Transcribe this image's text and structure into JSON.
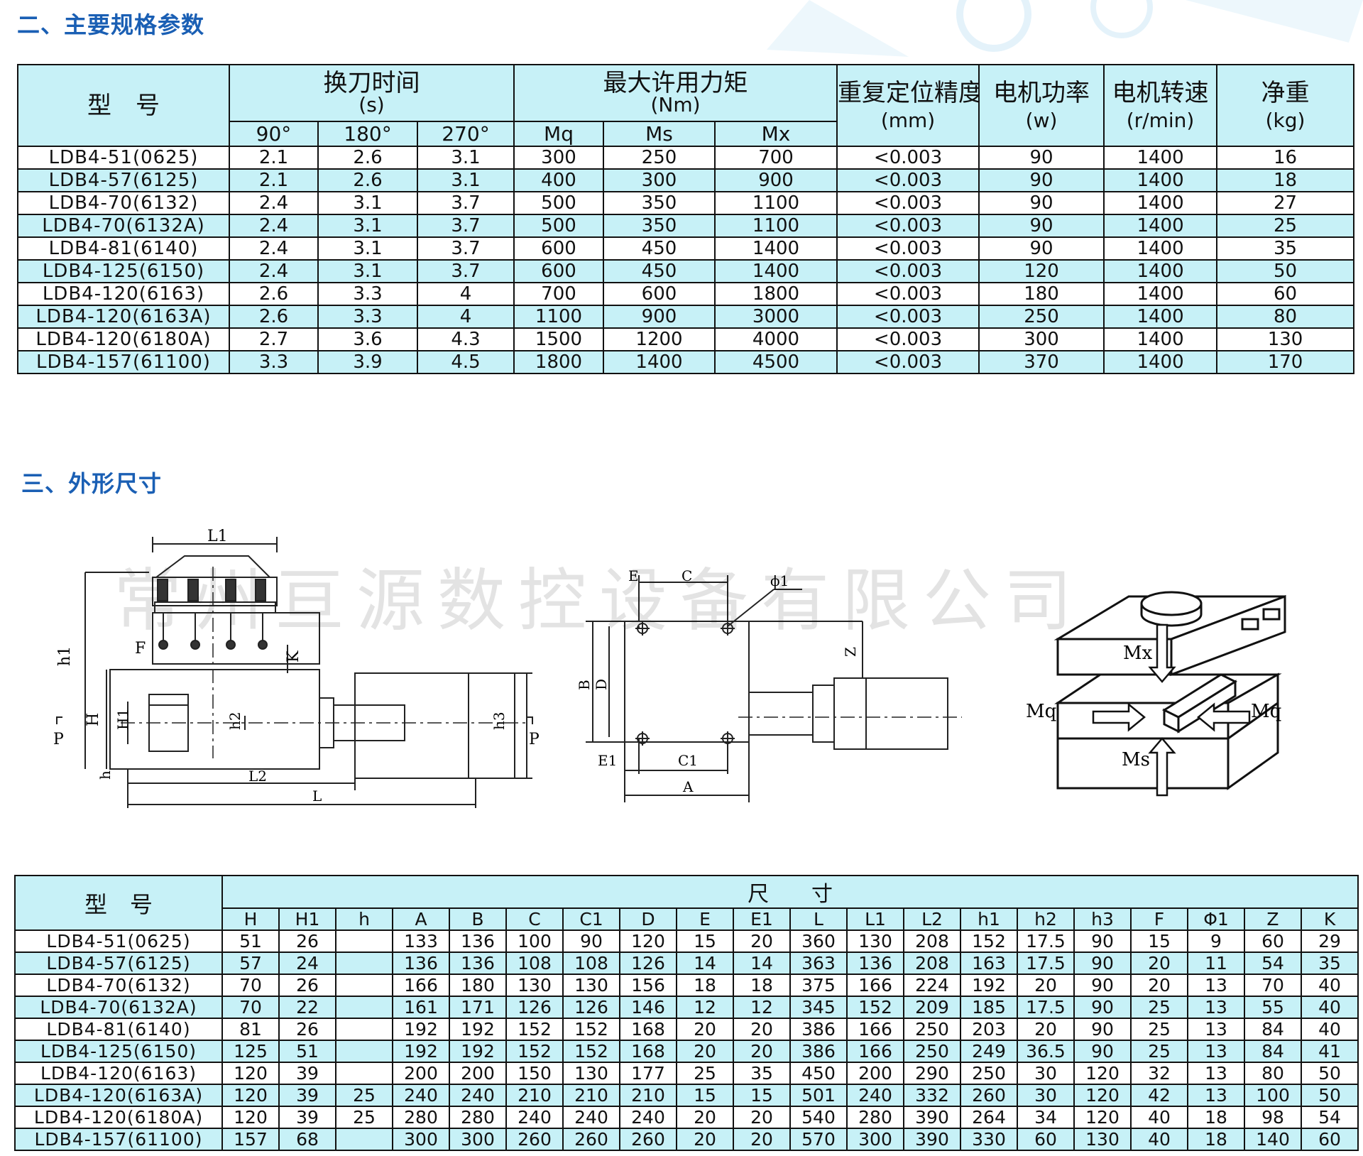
{
  "section2_title": "二、主要规格参数",
  "section3_title": "三、外形尺寸",
  "watermark": "常州亘源数控设备有限公司",
  "table1": {
    "model_header": "型　号",
    "change_time": {
      "label": "换刀时间",
      "unit": "(s)",
      "cols": [
        "90°",
        "180°",
        "270°"
      ]
    },
    "torque": {
      "label": "最大许用力矩",
      "unit": "(Nm)",
      "cols": [
        "Mq",
        "Ms",
        "Mx"
      ]
    },
    "precision": {
      "label": "重复定位精度",
      "unit": "(mm)"
    },
    "power": {
      "label": "电机功率",
      "unit": "(w)"
    },
    "speed": {
      "label": "电机转速",
      "unit": "(r/min)"
    },
    "weight": {
      "label": "净重",
      "unit": "(kg)"
    },
    "rows": [
      [
        "LDB4-51(0625)",
        "2.1",
        "2.6",
        "3.1",
        "300",
        "250",
        "700",
        "<0.003",
        "90",
        "1400",
        "16"
      ],
      [
        "LDB4-57(6125)",
        "2.1",
        "2.6",
        "3.1",
        "400",
        "300",
        "900",
        "<0.003",
        "90",
        "1400",
        "18"
      ],
      [
        "LDB4-70(6132)",
        "2.4",
        "3.1",
        "3.7",
        "500",
        "350",
        "1100",
        "<0.003",
        "90",
        "1400",
        "27"
      ],
      [
        "LDB4-70(6132A)",
        "2.4",
        "3.1",
        "3.7",
        "500",
        "350",
        "1100",
        "<0.003",
        "90",
        "1400",
        "25"
      ],
      [
        "LDB4-81(6140)",
        "2.4",
        "3.1",
        "3.7",
        "600",
        "450",
        "1400",
        "<0.003",
        "90",
        "1400",
        "35"
      ],
      [
        "LDB4-125(6150)",
        "2.4",
        "3.1",
        "3.7",
        "600",
        "450",
        "1400",
        "<0.003",
        "120",
        "1400",
        "50"
      ],
      [
        "LDB4-120(6163)",
        "2.6",
        "3.3",
        "4",
        "700",
        "600",
        "1800",
        "<0.003",
        "180",
        "1400",
        "60"
      ],
      [
        "LDB4-120(6163A)",
        "2.6",
        "3.3",
        "4",
        "1100",
        "900",
        "3000",
        "<0.003",
        "250",
        "1400",
        "80"
      ],
      [
        "LDB4-120(6180A)",
        "2.7",
        "3.6",
        "4.3",
        "1500",
        "1200",
        "4000",
        "<0.003",
        "300",
        "1400",
        "130"
      ],
      [
        "LDB4-157(61100)",
        "3.3",
        "3.9",
        "4.5",
        "1800",
        "1400",
        "4500",
        "<0.003",
        "370",
        "1400",
        "170"
      ]
    ]
  },
  "diagram1": {
    "L1": "L1",
    "h1": "h1",
    "F": "F",
    "K": "K",
    "H": "H",
    "H1": "H1",
    "h2": "h2",
    "h3": "h3",
    "h": "h",
    "L2": "L2",
    "L": "L",
    "P": "P"
  },
  "diagram2": {
    "E": "E",
    "C": "C",
    "phi1": "ϕ1",
    "Z": "Z",
    "B": "B",
    "D": "D",
    "E1": "E1",
    "C1": "C1",
    "A": "A"
  },
  "diagram3": {
    "Mx": "Mx",
    "Mq": "Mq",
    "Ms": "Ms"
  },
  "table2": {
    "model_header": "型　号",
    "dims_header": "尺　　寸",
    "cols": [
      "H",
      "H1",
      "h",
      "A",
      "B",
      "C",
      "C1",
      "D",
      "E",
      "E1",
      "L",
      "L1",
      "L2",
      "h1",
      "h2",
      "h3",
      "F",
      "Φ1",
      "Z",
      "K"
    ],
    "rows": [
      [
        "LDB4-51(0625)",
        "51",
        "26",
        "",
        "133",
        "136",
        "100",
        "90",
        "120",
        "15",
        "20",
        "360",
        "130",
        "208",
        "152",
        "17.5",
        "90",
        "15",
        "9",
        "60",
        "29"
      ],
      [
        "LDB4-57(6125)",
        "57",
        "24",
        "",
        "136",
        "136",
        "108",
        "108",
        "126",
        "14",
        "14",
        "363",
        "136",
        "208",
        "163",
        "17.5",
        "90",
        "20",
        "11",
        "54",
        "35"
      ],
      [
        "LDB4-70(6132)",
        "70",
        "26",
        "",
        "166",
        "180",
        "130",
        "130",
        "156",
        "18",
        "18",
        "375",
        "166",
        "224",
        "192",
        "20",
        "90",
        "20",
        "13",
        "70",
        "40"
      ],
      [
        "LDB4-70(6132A)",
        "70",
        "22",
        "",
        "161",
        "171",
        "126",
        "126",
        "146",
        "12",
        "12",
        "345",
        "152",
        "209",
        "185",
        "17.5",
        "90",
        "25",
        "13",
        "55",
        "40"
      ],
      [
        "LDB4-81(6140)",
        "81",
        "26",
        "",
        "192",
        "192",
        "152",
        "152",
        "168",
        "20",
        "20",
        "386",
        "166",
        "250",
        "203",
        "20",
        "90",
        "25",
        "13",
        "84",
        "40"
      ],
      [
        "LDB4-125(6150)",
        "125",
        "51",
        "",
        "192",
        "192",
        "152",
        "152",
        "168",
        "20",
        "20",
        "386",
        "166",
        "250",
        "249",
        "36.5",
        "90",
        "25",
        "13",
        "84",
        "41"
      ],
      [
        "LDB4-120(6163)",
        "120",
        "39",
        "",
        "200",
        "200",
        "150",
        "130",
        "177",
        "25",
        "35",
        "450",
        "200",
        "290",
        "250",
        "30",
        "120",
        "32",
        "13",
        "80",
        "50"
      ],
      [
        "LDB4-120(6163A)",
        "120",
        "39",
        "25",
        "240",
        "240",
        "210",
        "210",
        "210",
        "15",
        "15",
        "501",
        "240",
        "332",
        "260",
        "30",
        "120",
        "42",
        "13",
        "100",
        "50"
      ],
      [
        "LDB4-120(6180A)",
        "120",
        "39",
        "25",
        "280",
        "280",
        "240",
        "240",
        "240",
        "20",
        "20",
        "540",
        "280",
        "390",
        "264",
        "34",
        "120",
        "40",
        "18",
        "98",
        "54"
      ],
      [
        "LDB4-157(61100)",
        "157",
        "68",
        "",
        "300",
        "300",
        "260",
        "260",
        "260",
        "20",
        "20",
        "570",
        "300",
        "390",
        "330",
        "60",
        "130",
        "40",
        "18",
        "140",
        "60"
      ]
    ]
  }
}
